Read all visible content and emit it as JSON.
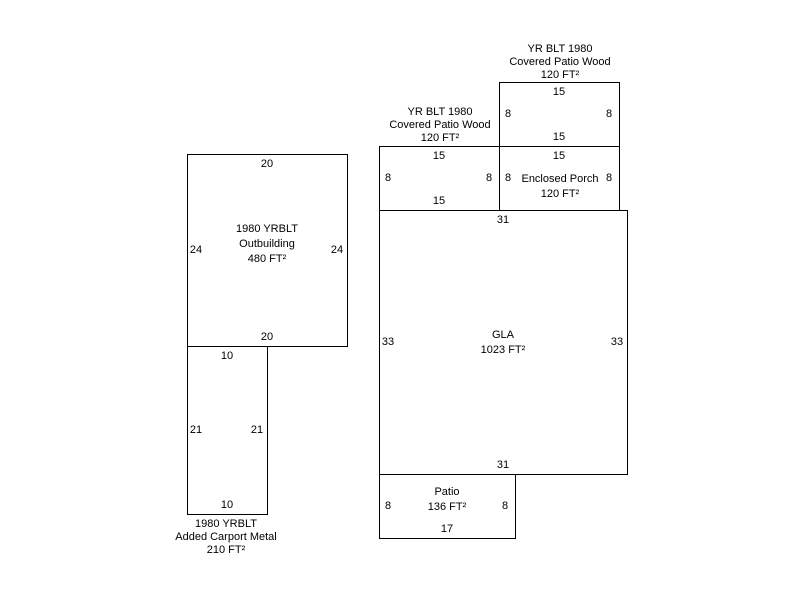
{
  "rooms": {
    "outbuilding": {
      "line1": "1980 YRBLT",
      "line2": "Outbuilding",
      "area": "480 FT²",
      "top": "20",
      "bottom": "20",
      "left": "24",
      "right": "24"
    },
    "carport": {
      "line1": "1980 YRBLT",
      "line2": "Added Carport Metal",
      "area": "210 FT²",
      "top": "10",
      "bottom": "10",
      "left": "21",
      "right": "21"
    },
    "covered_patio_left": {
      "line1": "YR BLT 1980",
      "line2": "Covered Patio Wood",
      "area": "120 FT²",
      "top": "15",
      "bottom": "15",
      "left": "8",
      "right": "8"
    },
    "covered_patio_top": {
      "line1": "YR BLT 1980",
      "line2": "Covered Patio Wood",
      "area": "120 FT²",
      "top": "15",
      "bottom": "15",
      "left": "8",
      "right": "8"
    },
    "enclosed_porch": {
      "name": "Enclosed Porch",
      "area": "120 FT²",
      "top": "15",
      "left": "8",
      "right": "8"
    },
    "gla": {
      "name": "GLA",
      "area": "1023 FT²",
      "top": "31",
      "bottom": "31",
      "left": "33",
      "right": "33"
    },
    "patio": {
      "name": "Patio",
      "area": "136 FT²",
      "bottom": "17",
      "left": "8",
      "right": "8"
    }
  }
}
